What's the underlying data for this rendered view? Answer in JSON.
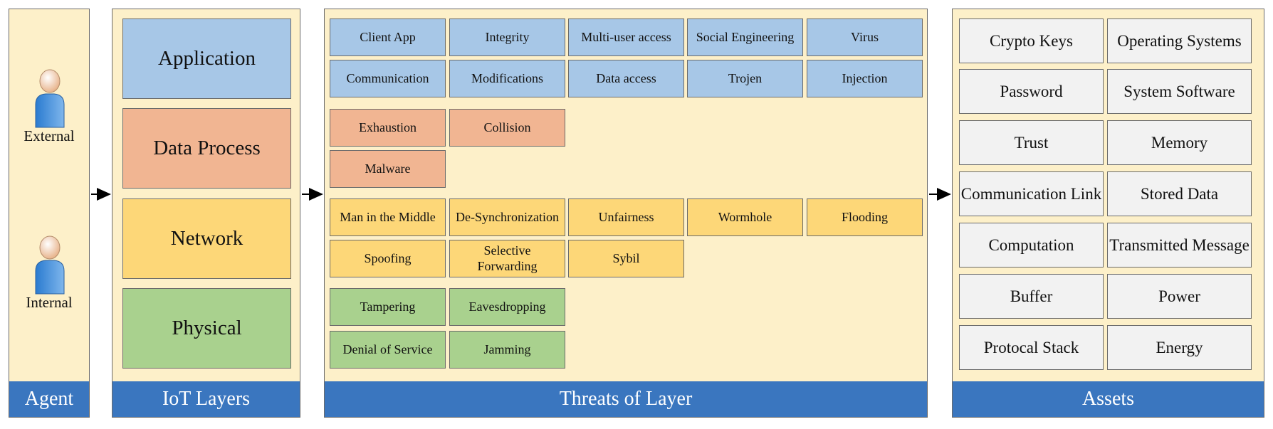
{
  "agent": {
    "footer": "Agent",
    "external_label": "External",
    "internal_label": "Internal"
  },
  "layers": {
    "footer": "IoT Layers",
    "items": [
      "Application",
      "Data Process",
      "Network",
      "Physical"
    ]
  },
  "threats": {
    "footer": "Threats of Layer",
    "application": [
      [
        "Client App",
        "Integrity",
        "Multi-user access",
        "Social Engineering",
        "Virus"
      ],
      [
        "Communication",
        "Modifications",
        "Data access",
        "Trojen",
        "Injection"
      ]
    ],
    "data_process": [
      [
        "Exhaustion",
        "Collision"
      ],
      [
        "Malware"
      ]
    ],
    "network": [
      [
        "Man in the Middle",
        "De-Synchronization",
        "Unfairness",
        "Wormhole",
        "Flooding"
      ],
      [
        "Spoofing",
        "Selective Forwarding",
        "Sybil"
      ]
    ],
    "physical": [
      [
        "Tampering",
        "Eavesdropping"
      ],
      [
        "Denial of Service",
        "Jamming"
      ]
    ]
  },
  "assets": {
    "footer": "Assets",
    "items": [
      [
        "Crypto Keys",
        "Operating Systems"
      ],
      [
        "Password",
        "System Software"
      ],
      [
        "Trust",
        "Memory"
      ],
      [
        "Communication Link",
        "Stored Data"
      ],
      [
        "Computation",
        "Transmitted Message"
      ],
      [
        "Buffer",
        "Power"
      ],
      [
        "Protocal Stack",
        "Energy"
      ]
    ]
  },
  "colors": {
    "panel_bg": "#fdf0c9",
    "footer_bg": "#3a76bf",
    "application": "#a7c7e7",
    "data_process": "#f1b592",
    "network": "#fdd778",
    "physical": "#a9d18e",
    "asset_bg": "#f2f2f2"
  }
}
